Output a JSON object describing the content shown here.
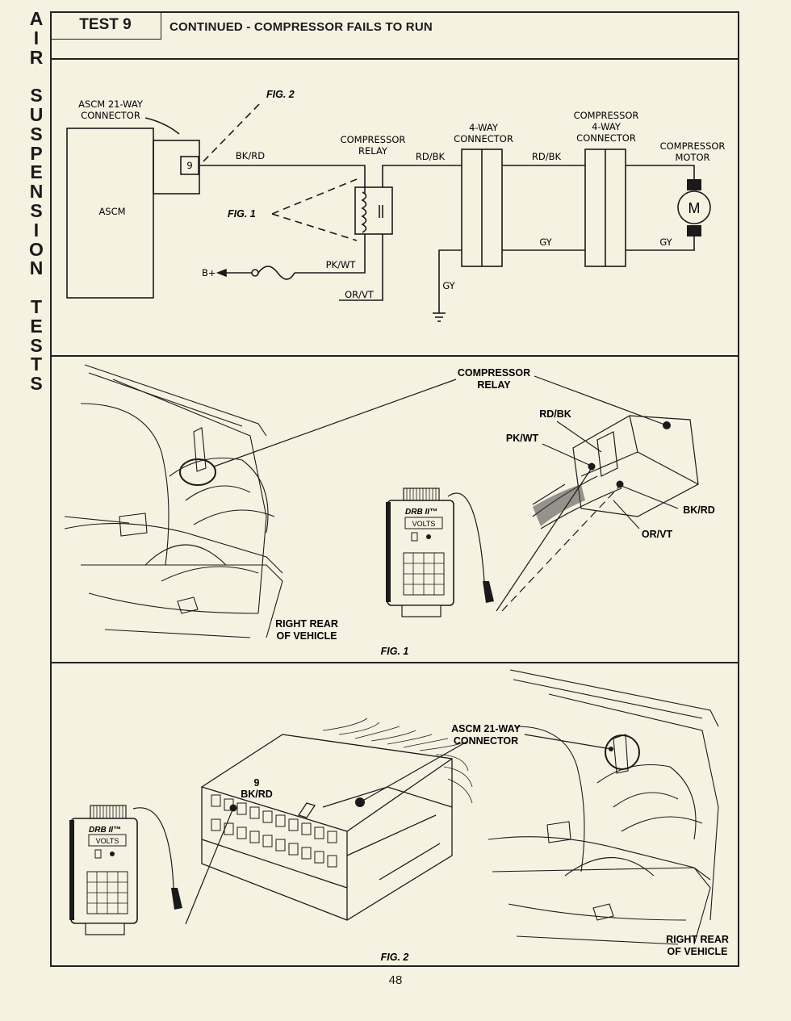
{
  "side_tab": {
    "letters": [
      "A",
      "I",
      "R",
      "",
      "S",
      "U",
      "S",
      "P",
      "E",
      "N",
      "S",
      "I",
      "O",
      "N",
      "",
      "T",
      "E",
      "S",
      "T",
      "S"
    ]
  },
  "header": {
    "test_label": "TEST 9",
    "title": "CONTINUED - COMPRESSOR FAILS TO RUN"
  },
  "schematic": {
    "ascm_connector_label": [
      "ASCM 21-WAY",
      "CONNECTOR"
    ],
    "ascm_label": "ASCM",
    "pin_9": "9",
    "fig2_ref": "FIG. 2",
    "fig1_ref": "FIG. 1",
    "wire_bk_rd": "BK/RD",
    "relay_label": [
      "COMPRESSOR",
      "RELAY"
    ],
    "wire_rd_bk_1": "RD/BK",
    "four_way_label": [
      "4-WAY",
      "CONNECTOR"
    ],
    "wire_rd_bk_2": "RD/BK",
    "comp_4way_label": [
      "COMPRESSOR",
      "4-WAY",
      "CONNECTOR"
    ],
    "motor_label": [
      "COMPRESSOR",
      "MOTOR"
    ],
    "motor_symbol": "M",
    "b_plus": "B+",
    "wire_pk_wt": "PK/WT",
    "wire_or_vt": "OR/VT",
    "wire_gy_1": "GY",
    "wire_gy_2": "GY",
    "wire_gy_3": "GY"
  },
  "fig1": {
    "relay_callout": [
      "COMPRESSOR",
      "RELAY"
    ],
    "rd_bk": "RD/BK",
    "pk_wt": "PK/WT",
    "bk_rd": "BK/RD",
    "or_vt": "OR/VT",
    "location": [
      "RIGHT REAR",
      "OF VEHICLE"
    ],
    "caption": "FIG. 1",
    "tester_brand": "DRB II™",
    "tester_mode": "VOLTS"
  },
  "fig2": {
    "connector_callout": [
      "ASCM 21-WAY",
      "CONNECTOR"
    ],
    "pin_callout": [
      "9",
      "BK/RD"
    ],
    "location": [
      "RIGHT REAR",
      "OF VEHICLE"
    ],
    "caption": "FIG. 2",
    "tester_brand": "DRB II™",
    "tester_mode": "VOLTS"
  },
  "footer": {
    "page_number": "48"
  },
  "colors": {
    "paper": "#f6f2e2",
    "ink": "#1a1a1a"
  }
}
